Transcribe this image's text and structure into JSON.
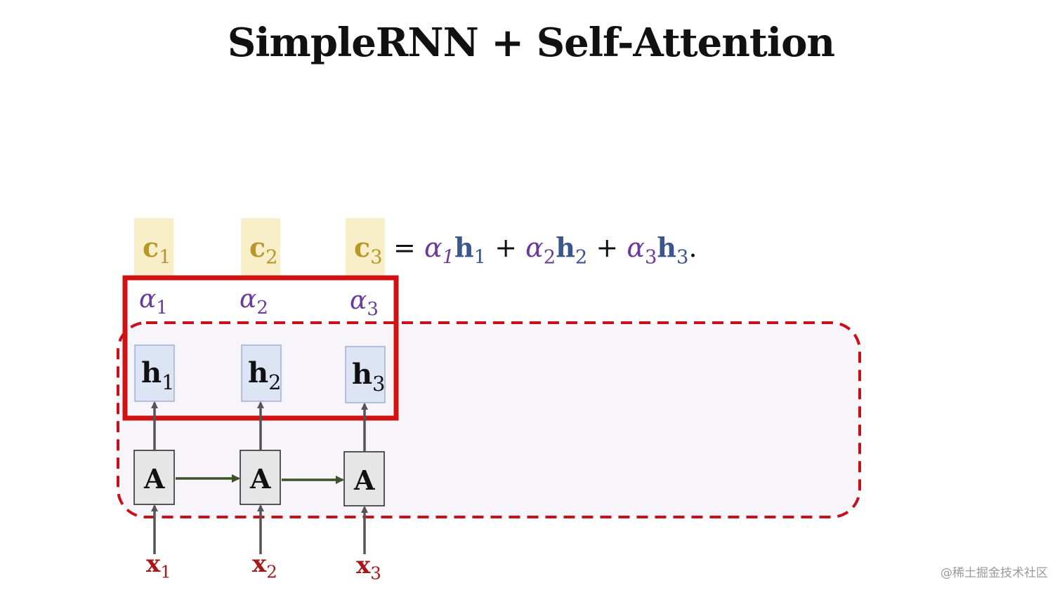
{
  "title": "SimpleRNN + Self-Attention",
  "colors": {
    "context": "#b8962a",
    "context_bg": "#f8eec8",
    "alpha": "#6b3b9c",
    "hidden_box_fill": "#dde4f3",
    "hidden_box_border": "#9fb0d6",
    "rnn_box_fill": "#e6e6e6",
    "red_frame": "#d11212",
    "dashed_region": "#c8101a",
    "dashed_fill": "#f7f4fa",
    "input": "#a81818",
    "arrow_gray": "#555555",
    "arrow_green": "#3d5228"
  },
  "contexts": [
    {
      "base": "c",
      "sub": "1"
    },
    {
      "base": "c",
      "sub": "2"
    },
    {
      "base": "c",
      "sub": "3"
    }
  ],
  "alphas": [
    {
      "base": "α",
      "sub": "1"
    },
    {
      "base": "α",
      "sub": "2"
    },
    {
      "base": "α",
      "sub": "3"
    }
  ],
  "hiddens": [
    {
      "base": "h",
      "sub": "1"
    },
    {
      "base": "h",
      "sub": "2"
    },
    {
      "base": "h",
      "sub": "3"
    }
  ],
  "cell_label": "A",
  "inputs": [
    {
      "base": "x",
      "sub": "1"
    },
    {
      "base": "x",
      "sub": "2"
    },
    {
      "base": "x",
      "sub": "3"
    }
  ],
  "equation": {
    "equals": "=",
    "plus": "+",
    "end": ".",
    "terms": [
      {
        "alpha": "α",
        "alpha_sub": "1",
        "h": "h",
        "h_sub": "1"
      },
      {
        "alpha": "α",
        "alpha_sub": "2",
        "h": "h",
        "h_sub": "2"
      },
      {
        "alpha": "α",
        "alpha_sub": "3",
        "h": "h",
        "h_sub": "3"
      }
    ]
  },
  "watermark": "@稀土掘金技术社区"
}
